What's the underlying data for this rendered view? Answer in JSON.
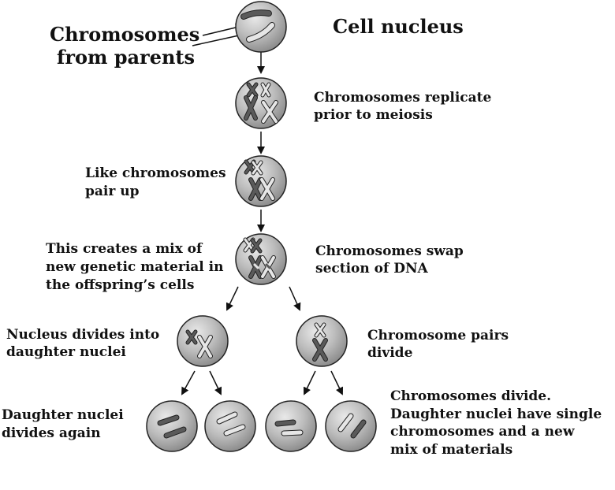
{
  "title": "Cell nucleus",
  "labels": {
    "parents": [
      "Chromosomes",
      "from parents"
    ],
    "replicate": [
      "Chromosomes replicate",
      "prior to meiosis"
    ],
    "pair": [
      "Like chromosomes",
      "pair up"
    ],
    "mix": [
      "This creates a mix of",
      "new genetic material in",
      "the offspring’s cells"
    ],
    "swap": [
      "Chromosomes swap",
      "section of DNA"
    ],
    "divide_nucleus": [
      "Nucleus divides into",
      "daughter nuclei"
    ],
    "pairs_divide": [
      "Chromosome pairs",
      "divide"
    ],
    "divides_again": [
      "Daughter nuclei",
      "divides again"
    ],
    "final": [
      "Chromosomes divide.",
      "Daughter nuclei have single",
      "chromosomes and a new",
      "mix of materials"
    ]
  },
  "colors": {
    "cell_fill": "#bcbcbc",
    "chromosome_dark": "#5a5a5a",
    "chromosome_light": "#e6e6e6",
    "outline": "#222222"
  }
}
